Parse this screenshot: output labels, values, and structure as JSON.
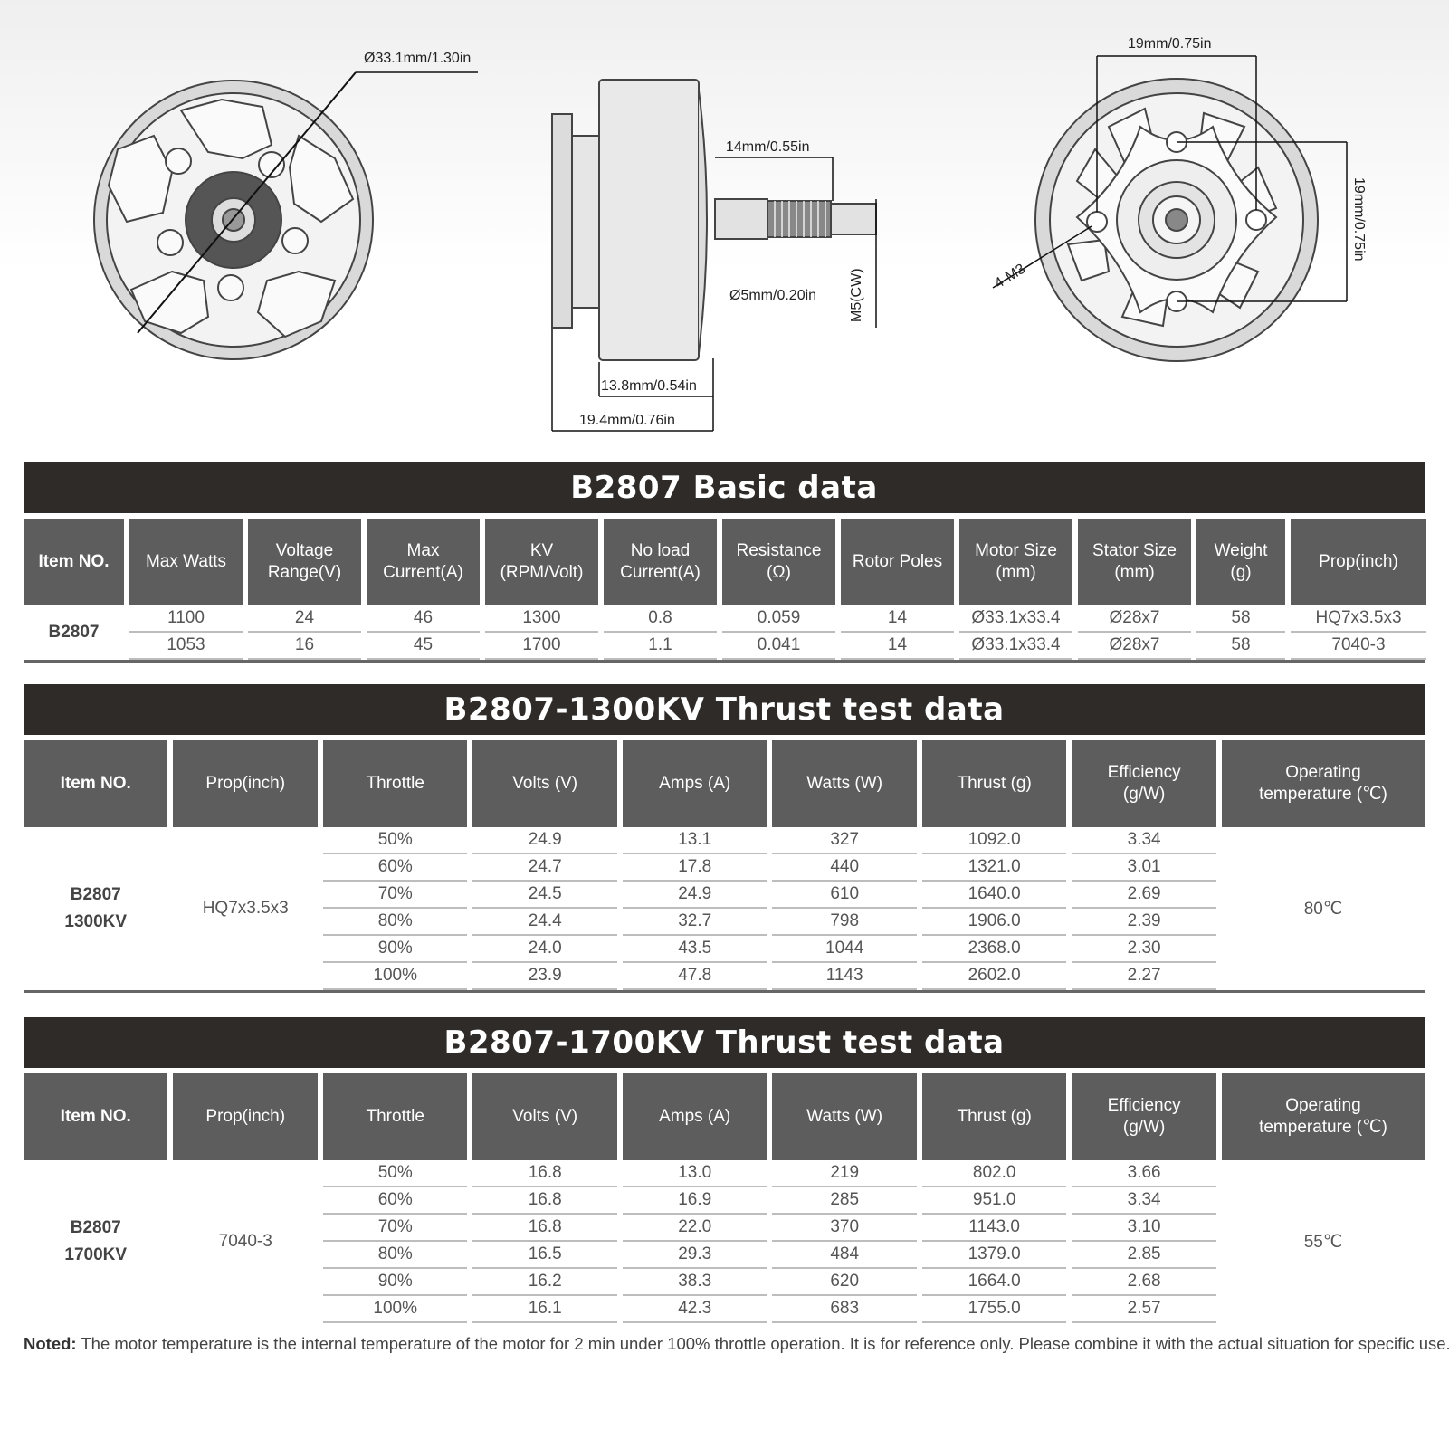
{
  "drawings": {
    "front_diameter": "Ø33.1mm/1.30in",
    "side_shaft_length": "14mm/0.55in",
    "side_shaft_diameter": "Ø5mm/0.20in",
    "side_thread": "M5(CW)",
    "side_bell_height": "13.8mm/0.54in",
    "side_total_height": "19.4mm/0.76in",
    "back_hole_spacing_h": "19mm/0.75in",
    "back_hole_spacing_v": "19mm/0.75in",
    "back_screws": "4-M3"
  },
  "basic": {
    "title": "B2807 Basic data",
    "headers": [
      "Item NO.",
      "Max Watts",
      "Voltage\nRange(V)",
      "Max\nCurrent(A)",
      "KV\n(RPM/Volt)",
      "No load\nCurrent(A)",
      "Resistance\n(Ω)",
      "Rotor Poles",
      "Motor Size\n(mm)",
      "Stator Size\n(mm)",
      "Weight\n(g)",
      "Prop(inch)"
    ],
    "item": "B2807",
    "rows": [
      [
        "1100",
        "24",
        "46",
        "1300",
        "0.8",
        "0.059",
        "14",
        "Ø33.1x33.4",
        "Ø28x7",
        "58",
        "HQ7x3.5x3"
      ],
      [
        "1053",
        "16",
        "45",
        "1700",
        "1.1",
        "0.041",
        "14",
        "Ø33.1x33.4",
        "Ø28x7",
        "58",
        "7040-3"
      ]
    ]
  },
  "test1300": {
    "title": "B2807-1300KV Thrust test data",
    "headers": [
      "Item NO.",
      "Prop(inch)",
      "Throttle",
      "Volts (V)",
      "Amps (A)",
      "Watts (W)",
      "Thrust  (g)",
      "Efficiency\n(g/W)",
      "Operating\ntemperature (℃)"
    ],
    "item": "B2807\n1300KV",
    "prop": "HQ7x3.5x3",
    "temperature": "80℃",
    "rows": [
      [
        "50%",
        "24.9",
        "13.1",
        "327",
        "1092.0",
        "3.34"
      ],
      [
        "60%",
        "24.7",
        "17.8",
        "440",
        "1321.0",
        "3.01"
      ],
      [
        "70%",
        "24.5",
        "24.9",
        "610",
        "1640.0",
        "2.69"
      ],
      [
        "80%",
        "24.4",
        "32.7",
        "798",
        "1906.0",
        "2.39"
      ],
      [
        "90%",
        "24.0",
        "43.5",
        "1044",
        "2368.0",
        "2.30"
      ],
      [
        "100%",
        "23.9",
        "47.8",
        "1143",
        "2602.0",
        "2.27"
      ]
    ]
  },
  "test1700": {
    "title": "B2807-1700KV Thrust test data",
    "headers": [
      "Item NO.",
      "Prop(inch)",
      "Throttle",
      "Volts (V)",
      "Amps (A)",
      "Watts (W)",
      "Thrust  (g)",
      "Efficiency\n(g/W)",
      "Operating\ntemperature (℃)"
    ],
    "item": "B2807\n1700KV",
    "prop": "7040-3",
    "temperature": "55℃",
    "rows": [
      [
        "50%",
        "16.8",
        "13.0",
        "219",
        "802.0",
        "3.66"
      ],
      [
        "60%",
        "16.8",
        "16.9",
        "285",
        "951.0",
        "3.34"
      ],
      [
        "70%",
        "16.8",
        "22.0",
        "370",
        "1143.0",
        "3.10"
      ],
      [
        "80%",
        "16.5",
        "29.3",
        "484",
        "1379.0",
        "2.85"
      ],
      [
        "90%",
        "16.2",
        "38.3",
        "620",
        "1664.0",
        "2.68"
      ],
      [
        "100%",
        "16.1",
        "42.3",
        "683",
        "1755.0",
        "2.57"
      ]
    ]
  },
  "note": {
    "label": "Noted:",
    "text": " The motor temperature is the internal temperature of the motor for 2 min  under 100% throttle operation. It is for reference only. Please combine it with the actual situation for specific use."
  }
}
